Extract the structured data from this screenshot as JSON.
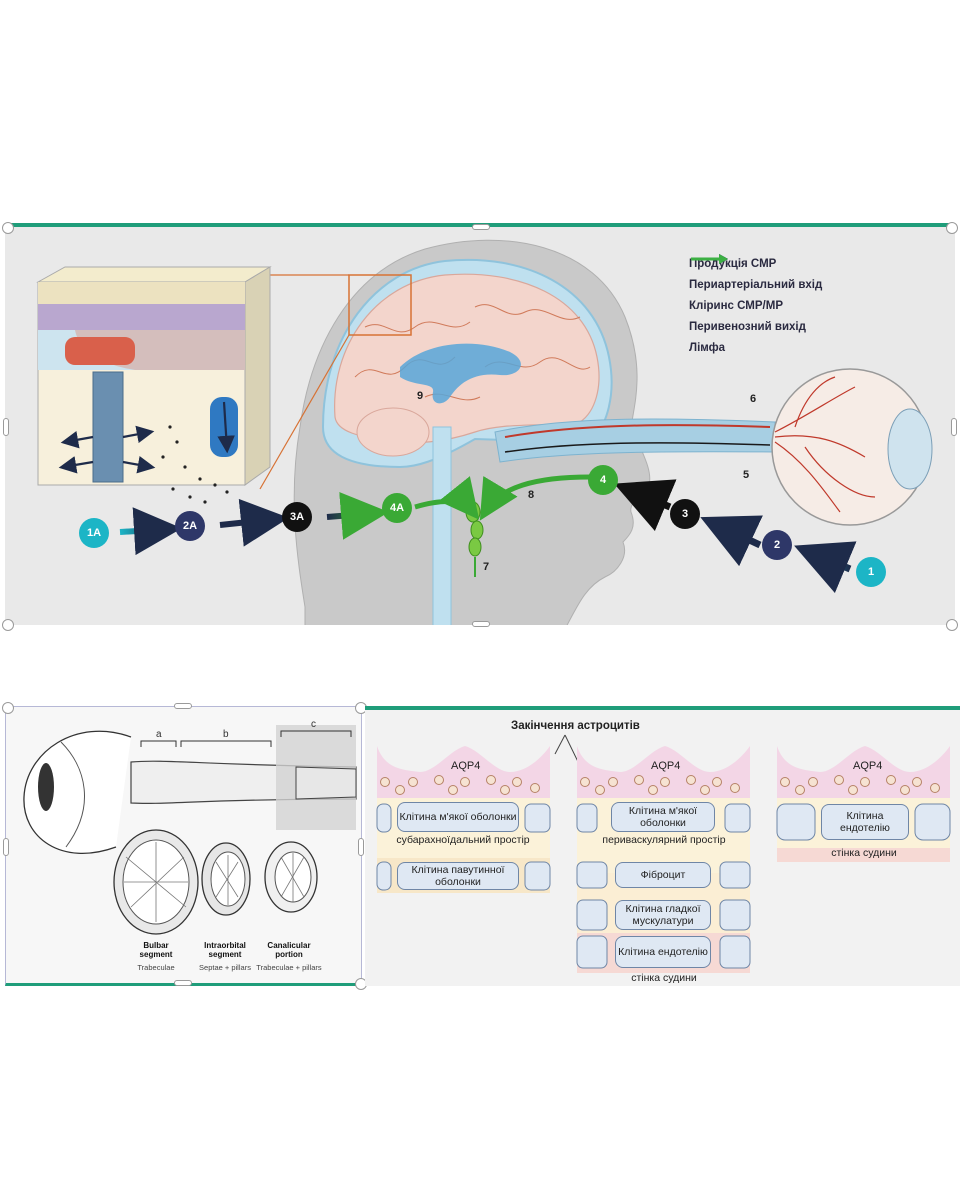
{
  "top": {
    "legend": [
      {
        "label": "Продукція СМР",
        "color": "#9b72b9"
      },
      {
        "label": "Периартеріальний вхід",
        "color": "#23b7c7"
      },
      {
        "label": "Кліринс СМР/МР",
        "color": "#5e7fb3"
      },
      {
        "label": "Перивенозний вихід",
        "color": "#111111"
      },
      {
        "label": "Лімфа",
        "color": "#3cb043"
      }
    ],
    "steps": [
      {
        "label": "1A",
        "color": "#1cb5c6"
      },
      {
        "label": "2A",
        "color": "#2e3768"
      },
      {
        "label": "3A",
        "color": "#111111"
      },
      {
        "label": "4A",
        "color": "#3aa935"
      },
      {
        "label": "4",
        "color": "#3aa935"
      },
      {
        "label": "3",
        "color": "#111111"
      },
      {
        "label": "2",
        "color": "#2e3768"
      },
      {
        "label": "1",
        "color": "#1cb5c6"
      }
    ],
    "numbers": [
      "9",
      "8",
      "7",
      "6",
      "5"
    ]
  },
  "bottom_left": {
    "letters": [
      "a",
      "b",
      "c"
    ],
    "segments": [
      {
        "title": "Bulbar segment",
        "sub": "Trabeculae"
      },
      {
        "title": "Intraorbital segment",
        "sub": "Septae + pillars"
      },
      {
        "title": "Canalicular portion",
        "sub": "Trabeculae + pillars"
      }
    ]
  },
  "bottom_right": {
    "title": "Закінчення астроцитів",
    "aqp_label": "AQP4",
    "col1": {
      "cell1": "Клітина м'якої оболонки",
      "space": "субарахноїдальний простір",
      "cell2": "Клітина павутинної оболонки"
    },
    "col2": {
      "cell1": "Клітина м'якої оболонки",
      "space": "периваскулярний простір",
      "cell2": "Фіброцит",
      "cell3": "Клітина гладкої мускулатури",
      "cell4": "Клітина ендотелію",
      "wall": "стінка судини"
    },
    "col3": {
      "cell1": "Клітина ендотелію",
      "wall": "стінка судини"
    }
  }
}
